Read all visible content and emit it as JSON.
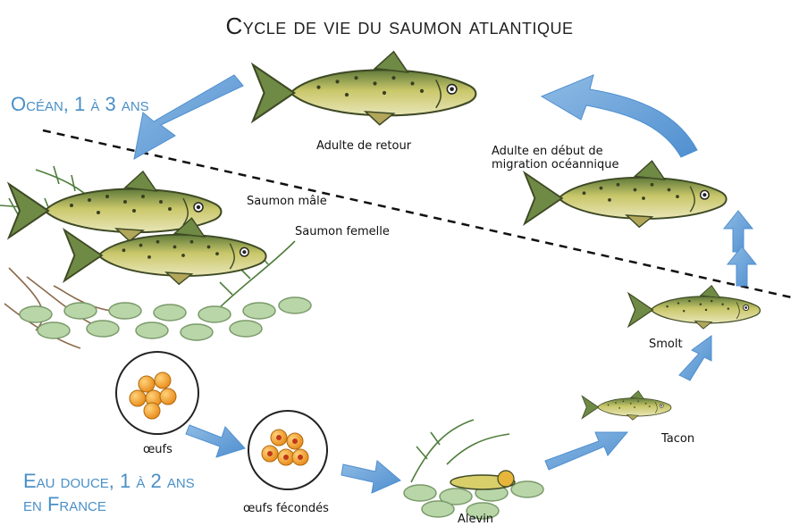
{
  "title": "Cycle de vie du saumon atlantique",
  "zones": {
    "ocean": "Océan, 1 à 3 ans",
    "freshwater_line1": "Eau douce, 1 à 2 ans",
    "freshwater_line2": "en France"
  },
  "stages": {
    "returning_adult": "Adulte de retour",
    "migrating_adult_line1": "Adulte en début de",
    "migrating_adult_line2": "migration océannique",
    "male": "Saumon mâle",
    "female": "Saumon femelle",
    "eggs": "œufs",
    "fertilized_eggs": "œufs fécondés",
    "alevin": "Alevin",
    "parr": "Tacon",
    "smolt": "Smolt"
  },
  "colors": {
    "arrow": "#6aa3d8",
    "zone_text": "#4a8fc7",
    "fish_body": "#c9c76a",
    "fish_back": "#5f7a3a",
    "egg": "#f0a030",
    "stone": "#b9d6a8",
    "weed": "#4f7d3c"
  }
}
